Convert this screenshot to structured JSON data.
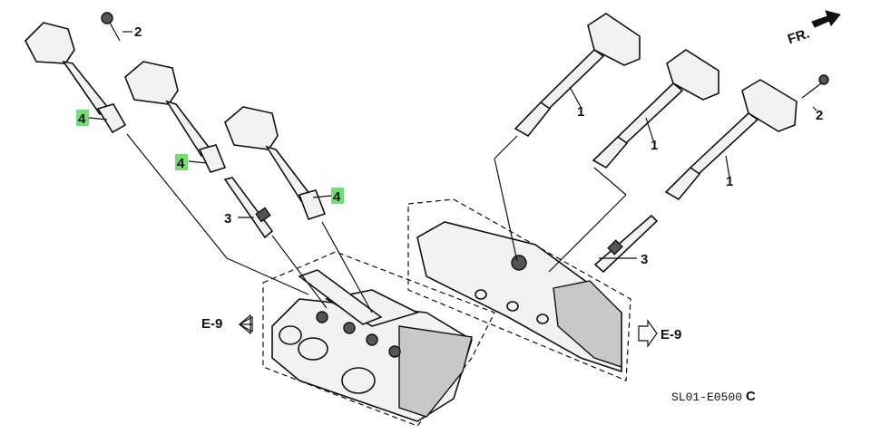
{
  "callouts": {
    "one_a": "1",
    "one_b": "1",
    "one_c": "1",
    "two_a": "2",
    "two_b": "2",
    "three_a": "3",
    "three_b": "3",
    "four_a": "4",
    "four_b": "4",
    "four_c": "4"
  },
  "refs": {
    "left": "E-9",
    "right": "E-9"
  },
  "direction": {
    "label": "FR."
  },
  "diagram_code": "SL01-E0500",
  "diagram_suffix": "C",
  "colors": {
    "highlight": "#6fe06f",
    "ink": "#111111"
  }
}
